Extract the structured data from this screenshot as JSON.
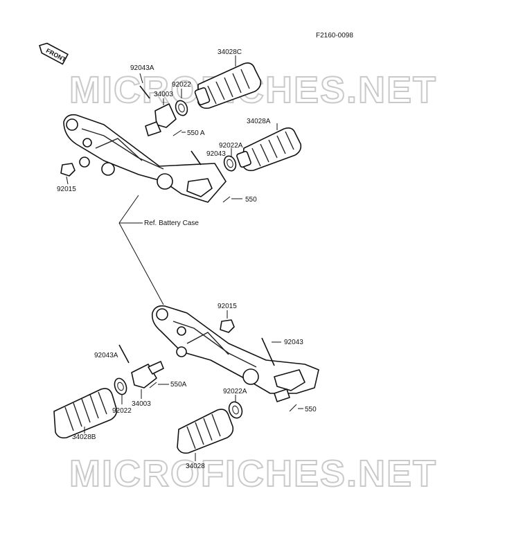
{
  "diagram": {
    "figure_code": "F2160-0098",
    "front_arrow_label": "FRONT",
    "watermark_top": "MICROFICHES.NET",
    "watermark_bottom": "MICROFICHES.NET",
    "reference_note": "Ref. Battery Case",
    "parts": {
      "p_34028C": "34028C",
      "p_92043A_top": "92043A",
      "p_34003_top": "34003",
      "p_92022_top": "92022",
      "p_550A_top": "550 A",
      "p_34028A": "34028A",
      "p_92022A_top": "92022A",
      "p_92043_top": "92043",
      "p_92015_top": "92015",
      "p_550_top": "550",
      "p_92015_bottom": "92015",
      "p_92043_bottom": "92043",
      "p_92043A_bottom": "92043A",
      "p_550A_bottom": "550A",
      "p_34003_bottom": "34003",
      "p_92022_bottom": "92022",
      "p_92022A_bottom": "92022A",
      "p_550_bottom": "550",
      "p_34028B": "34028B",
      "p_34028": "34028"
    }
  }
}
